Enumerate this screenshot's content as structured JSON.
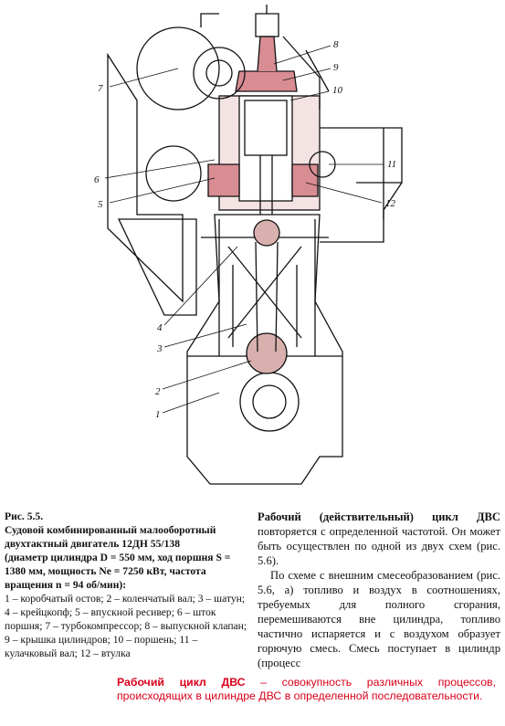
{
  "figure": {
    "labels": {
      "l1": "1",
      "l2": "2",
      "l3": "3",
      "l4": "4",
      "l5": "5",
      "l6": "6",
      "l7": "7",
      "l8": "8",
      "l9": "9",
      "l10": "10",
      "l11": "11",
      "l12": "12"
    }
  },
  "caption": {
    "number": "Рис. 5.5.",
    "title": "Судовой комбинированный малооборотный двухтактный двигатель 12ДН 55/138",
    "params": "(диаметр цилиндра D = 550 мм, ход поршня S = 1380 мм, мощность Nе = 7250 кВт, частота вращения n = 94 об/мин):",
    "legend": "1 – коробчатый остов; 2 – коленчатый вал; 3 – шатун; 4 – крейцкопф; 5 – впускной ресивер; 6 – шток поршня; 7 – турбокомпрессор; 8 – выпускной клапан; 9 – крышка цилиндров; 10 – поршень; 11 – кулачковый вал; 12 – втулка"
  },
  "body": {
    "p1_lead": "Рабочий (действительный) цикл ДВС",
    "p1_rest": " повторяется с определенной частотой. Он может быть осуществлен по одной из двух схем (рис. 5.6).",
    "p2": "По схеме с внешним смесеобразованием (рис. 5.6, а) топливо и воздух в соотношениях, требуемых для полного сгорания, перемешиваются вне цилиндра, топливо частично испаряется и с воздухом образует горючую смесь. Смесь поступает в цилиндр (процесс"
  },
  "definition": {
    "term": "Рабочий цикл ДВС",
    "text": " – совокупность различных процессов, происходящих в цилиндре ДВС в определенной последовательности."
  }
}
